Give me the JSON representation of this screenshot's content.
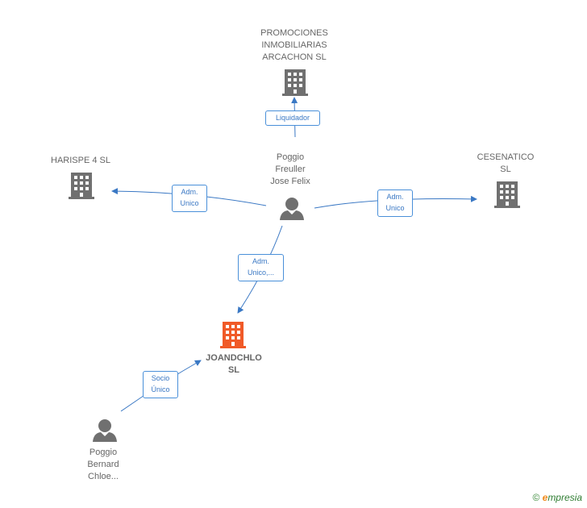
{
  "nodes": {
    "promociones": {
      "lines": [
        "PROMOCIONES",
        "INMOBILIARIAS",
        "ARCACHON SL"
      ]
    },
    "harispe": {
      "lines": [
        "HARISPE 4  SL"
      ]
    },
    "cesenatico": {
      "lines": [
        "CESENATICO",
        "SL"
      ]
    },
    "poggio_jose": {
      "lines": [
        "Poggio",
        "Freuller",
        "Jose Felix"
      ]
    },
    "joandchlo": {
      "lines": [
        "JOANDCHLO",
        "SL"
      ]
    },
    "poggio_bernard": {
      "lines": [
        "Poggio",
        "Bernard",
        "Chloe..."
      ]
    }
  },
  "edges": {
    "liquidador": {
      "lines": [
        "Liquidador"
      ]
    },
    "adm_harispe": {
      "lines": [
        "Adm.",
        "Unico"
      ]
    },
    "adm_cesenatico": {
      "lines": [
        "Adm.",
        "Unico"
      ]
    },
    "adm_joandchlo": {
      "lines": [
        "Adm.",
        "Unico,..."
      ]
    },
    "socio": {
      "lines": [
        "Socio",
        "Único"
      ]
    }
  },
  "colors": {
    "company": "#707070",
    "focus": "#f05a28",
    "person": "#707070",
    "edge": "#3a78c4"
  },
  "icons": {
    "company": "building-icon",
    "person": "person-icon"
  },
  "brand": {
    "copyright": "©",
    "e": "e",
    "rest": "mpresia"
  }
}
